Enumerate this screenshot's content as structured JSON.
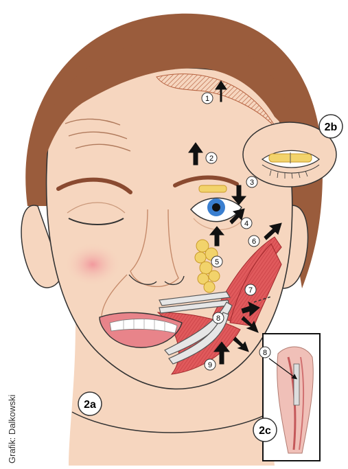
{
  "credit": "Grafik: Dalkowski",
  "panels": {
    "a": "2a",
    "b": "2b",
    "c": "2c"
  },
  "markers": [
    "1",
    "2",
    "3",
    "4",
    "5",
    "6",
    "7",
    "8",
    "9"
  ],
  "inset_marker": "8",
  "colors": {
    "hair": "#9a5c3c",
    "skin": "#f6d6bf",
    "skin_shadow": "#eab999",
    "muscle": "#d8454a",
    "fat": "#f2d36b",
    "iris": "#3a7fd0",
    "lips": "#e8848a",
    "arrow": "#111111"
  }
}
